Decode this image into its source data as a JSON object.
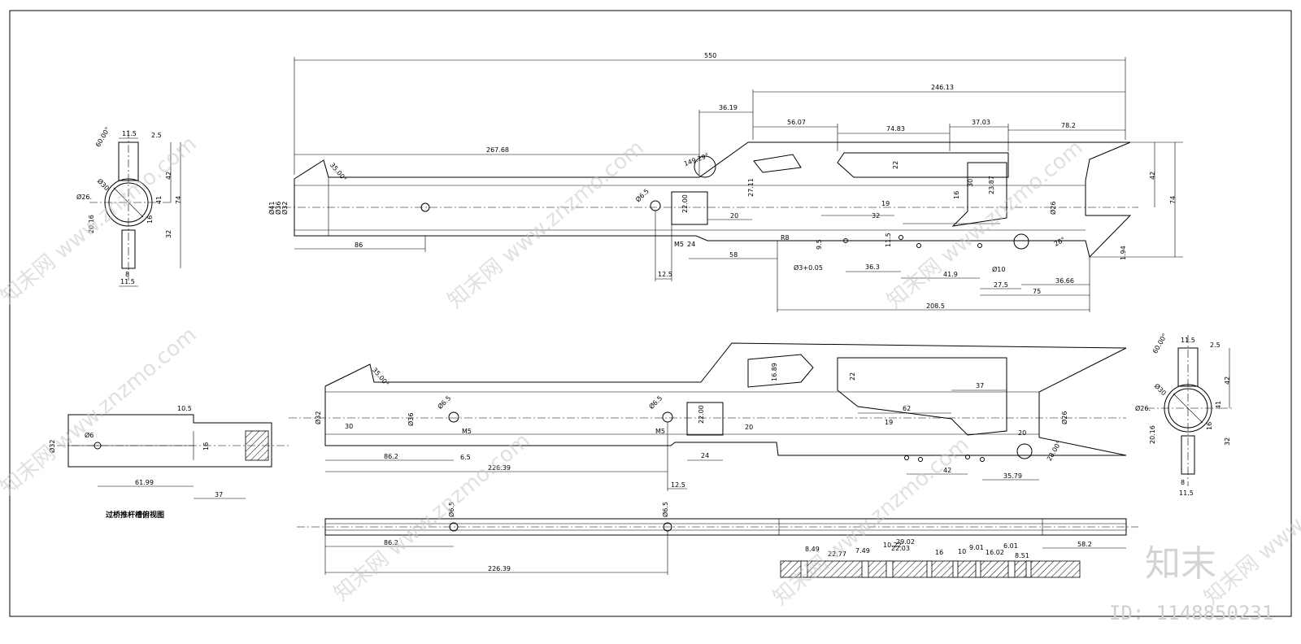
{
  "drawing": {
    "caption": "过桥推杆槽俯视图",
    "brand": "知末",
    "id_label": "ID: 1148850231",
    "watermark": "知末网 www.znzmo.com"
  },
  "top_view": {
    "overall": "550",
    "d246": "246.13",
    "d36": "36.19",
    "d56": "56.07",
    "d74": "74.83",
    "d37": "37.03",
    "d78": "78.2",
    "d267": "267.68",
    "d86": "86",
    "d58": "58",
    "d12": "12.5",
    "d24": "24",
    "d20": "20",
    "d19": "19",
    "d32": "32",
    "d363": "36.3",
    "d419": "41.9",
    "d275": "27.5",
    "d75": "75",
    "d3666": "36.66",
    "d2085": "208.5",
    "d22": "22",
    "d42": "42",
    "d74v": "74",
    "phi41": "Ø41",
    "phi36": "Ø36",
    "phi32": "Ø32",
    "phi65": "Ø6.5",
    "phi10": "Ø10",
    "phi26": "Ø26",
    "r8": "R8",
    "m5": "M5",
    "a35": "35.00°",
    "a149": "149.29°",
    "a28": "28°",
    "d194": "1.94",
    "d2200": "22.00",
    "phi3": "Ø3+0.05",
    "d95": "9.5",
    "d115": "11.5",
    "d16": "16",
    "d30": "30",
    "d2387": "23.87",
    "d2711": "27.11"
  },
  "section_left": {
    "d115": "11.5",
    "d25": "2.5",
    "phi30": "Ø30",
    "phi26": "Ø26.",
    "d41": "41",
    "d74": "74",
    "d42": "42",
    "d32": "32",
    "d2016": "20.16",
    "d16": "16",
    "d8": "8",
    "a60": "60.00°"
  },
  "middle_view": {
    "phi32": "Ø32",
    "phi26": "Ø26",
    "phi65": "Ø6.5",
    "m5": "M5",
    "d30": "30",
    "d862": "86.2",
    "d22639": "226.39",
    "d65": "6.5",
    "d24": "24",
    "d20": "20",
    "d19": "19",
    "d62": "62",
    "d37": "37",
    "d22": "22",
    "d1689": "16.89",
    "d2200": "22.00",
    "d42": "42",
    "d3579": "35.79",
    "d125": "12.5",
    "a35": "35.00°",
    "a28": "28.00°"
  },
  "left_small": {
    "d105": "10.5",
    "phi32": "Ø32",
    "phi6": "Ø6",
    "d16": "16",
    "d6199": "61.99",
    "d37": "37"
  },
  "bottom_view": {
    "d862": "86.2",
    "d22639": "226.39",
    "d582": "58.2",
    "phi65": "Ø6.5",
    "s1": "8.49",
    "s2": "22.77",
    "s3": "7.49",
    "s4": "10.22",
    "s5": "22.03",
    "s6": "29.02",
    "s7": "16",
    "s8": "10",
    "s9": "9.01",
    "s10": "16.02",
    "s11": "6.01",
    "s12": "8.51"
  }
}
